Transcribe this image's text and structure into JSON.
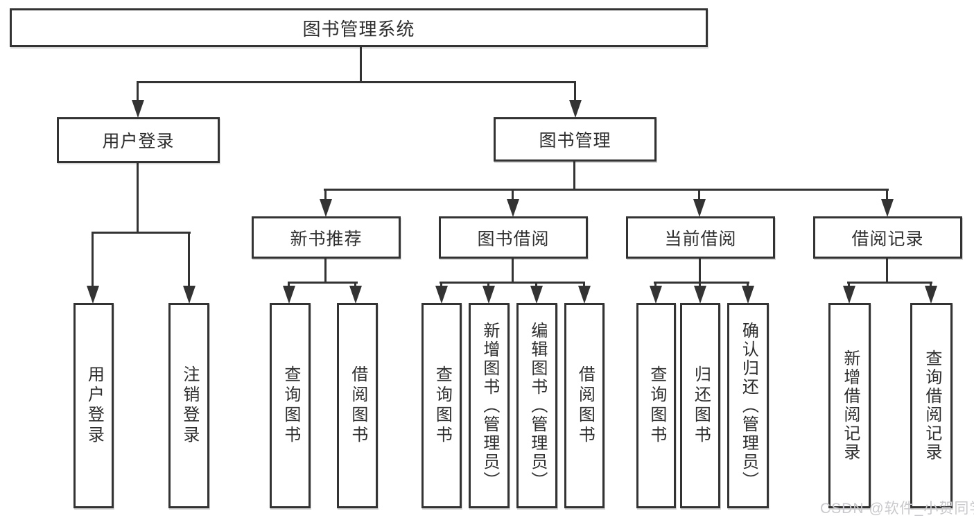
{
  "colors": {
    "line": "#333333",
    "text": "#2e2e2e",
    "box_background": "#ffffff",
    "watermark": "#c9c9cd"
  },
  "watermark": {
    "text": "CSDN @软件_小贺同学"
  },
  "diagram": {
    "root": {
      "label": "图书管理系统"
    },
    "branches": [
      {
        "label": "用户登录",
        "children": [
          {
            "label": "用户登录"
          },
          {
            "label": "注销登录"
          }
        ]
      },
      {
        "label": "图书管理",
        "children": [
          {
            "label": "新书推荐",
            "children": [
              {
                "label": "查询图书"
              },
              {
                "label": "借阅图书"
              }
            ]
          },
          {
            "label": "图书借阅",
            "children": [
              {
                "label": "查询图书"
              },
              {
                "label": "新增图书（管理员）"
              },
              {
                "label": "编辑图书（管理员）"
              },
              {
                "label": "借阅图书"
              }
            ]
          },
          {
            "label": "当前借阅",
            "children": [
              {
                "label": "查询图书"
              },
              {
                "label": "归还图书"
              },
              {
                "label": "确认归还（管理员）"
              }
            ]
          },
          {
            "label": "借阅记录",
            "children": [
              {
                "label": "新增借阅记录"
              },
              {
                "label": "查询借阅记录"
              }
            ]
          }
        ]
      }
    ]
  }
}
